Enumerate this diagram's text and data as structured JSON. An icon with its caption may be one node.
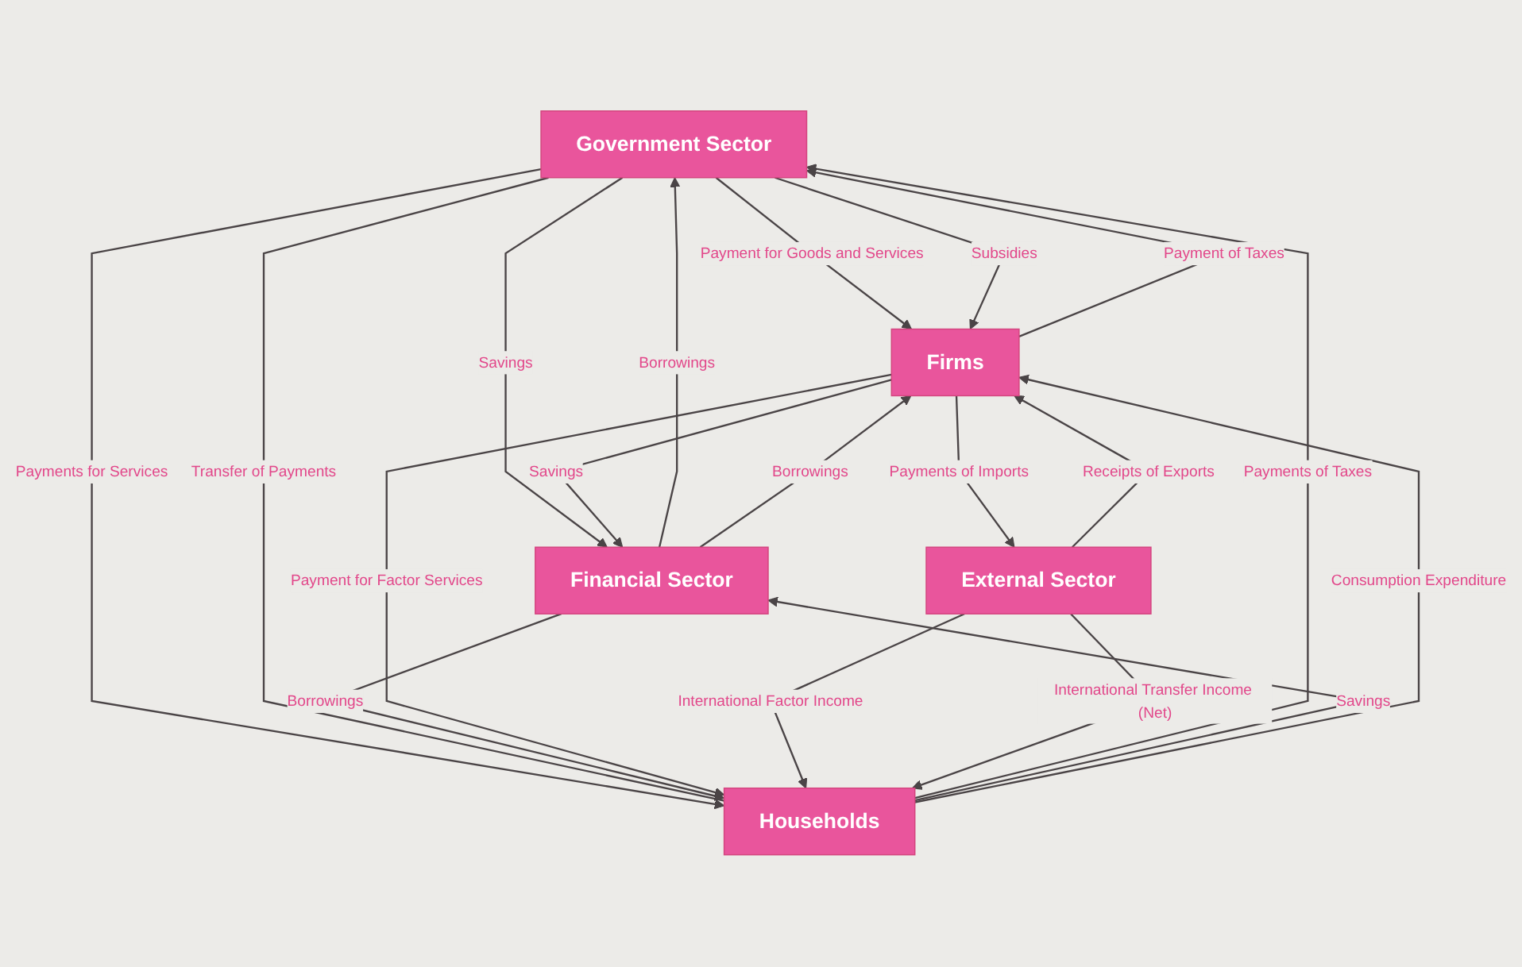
{
  "diagram": {
    "nodes": [
      {
        "text": [
          "Government Sector"
        ]
      },
      {
        "text": [
          "Firms"
        ]
      },
      {
        "text": [
          "Financial Sector"
        ]
      },
      {
        "text": [
          "Households"
        ]
      },
      {
        "text": [
          "External Sector"
        ]
      }
    ],
    "edges": [
      {
        "from": 0,
        "to": 1,
        "arrow": "to",
        "label": "Payment for Goods and Services"
      },
      {
        "from": 1,
        "to": 0,
        "arrow": "to",
        "label": "Payment of Taxes"
      },
      {
        "from": 0,
        "to": 1,
        "arrow": "to",
        "label": "Subsidies"
      },
      {
        "from": 0,
        "to": 2,
        "arrow": "to",
        "label": "Savings"
      },
      {
        "from": 2,
        "to": 0,
        "arrow": "to",
        "label": "Borrowings"
      },
      {
        "from": 0,
        "to": 3,
        "arrow": "to",
        "label": "Payments for Services"
      },
      {
        "from": 3,
        "to": 0,
        "arrow": "to",
        "label": "Payments of Taxes"
      },
      {
        "from": 0,
        "to": 3,
        "arrow": "none",
        "label": "Transfer of Payments"
      },
      {
        "from": 1,
        "to": 2,
        "arrow": "to",
        "label": "Savings"
      },
      {
        "from": 2,
        "to": 1,
        "arrow": "to",
        "label": "Borrowings"
      },
      {
        "from": 3,
        "to": 2,
        "arrow": "to",
        "label": "Savings"
      },
      {
        "from": 2,
        "to": 3,
        "arrow": "to",
        "label": "Borrowings"
      },
      {
        "from": 1,
        "to": 3,
        "arrow": "to",
        "label": "Payment for Factor Services"
      },
      {
        "from": 3,
        "to": 1,
        "arrow": "to",
        "label": "Consumption Expenditure"
      },
      {
        "from": 4,
        "to": 1,
        "arrow": "to",
        "label": "Receipts of Exports"
      },
      {
        "from": 1,
        "to": 4,
        "arrow": "to",
        "label": "Payments of Imports"
      },
      {
        "from": 4,
        "to": 3,
        "arrow": "to",
        "label": "International Factor Income"
      },
      {
        "from": 4,
        "to": 3,
        "arrow": "to",
        "label": "International Transfer Income (Net)"
      }
    ]
  }
}
